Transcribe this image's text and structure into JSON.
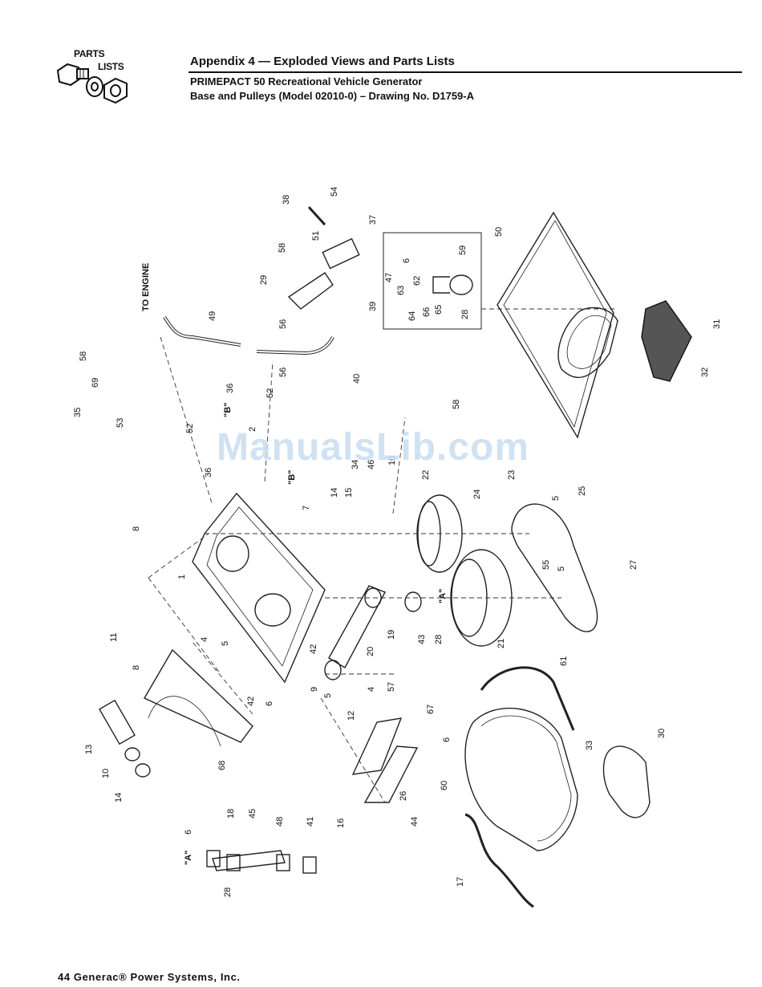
{
  "logo": {
    "line1": "PARTS",
    "line2": "LISTS"
  },
  "header": {
    "title": "Appendix 4 — Exploded Views and Parts Lists",
    "subtitle": "PRIMEPACT 50 Recreational Vehicle Generator",
    "drawing": "Base and Pulleys (Model 02010-0) – Drawing No. D1759-A"
  },
  "diagram": {
    "to_engine": "TO ENGINE",
    "note_b": "\"B\"",
    "note_a": "\"A\"",
    "callouts": [
      "38",
      "54",
      "37",
      "51",
      "58",
      "29",
      "39",
      "56",
      "49",
      "56",
      "40",
      "6",
      "47",
      "63",
      "62",
      "59",
      "64",
      "66",
      "65",
      "28",
      "50",
      "31",
      "32",
      "58",
      "69",
      "35",
      "53",
      "36",
      "2",
      "52",
      "52",
      "36",
      "58",
      "14",
      "15",
      "34",
      "46",
      "10",
      "7",
      "8",
      "22",
      "23",
      "24",
      "5",
      "25",
      "1",
      "55",
      "5",
      "27",
      "19",
      "43",
      "28",
      "21",
      "20",
      "4",
      "5",
      "42",
      "11",
      "8",
      "42",
      "6",
      "9",
      "5",
      "4",
      "57",
      "12",
      "13",
      "10",
      "14",
      "68",
      "67",
      "6",
      "26",
      "44",
      "61",
      "33",
      "30",
      "60",
      "17",
      "6",
      "18",
      "45",
      "48",
      "41",
      "16",
      "28"
    ]
  },
  "watermark": "ManualsLib.com",
  "footer": "44  Generac® Power Systems, Inc."
}
